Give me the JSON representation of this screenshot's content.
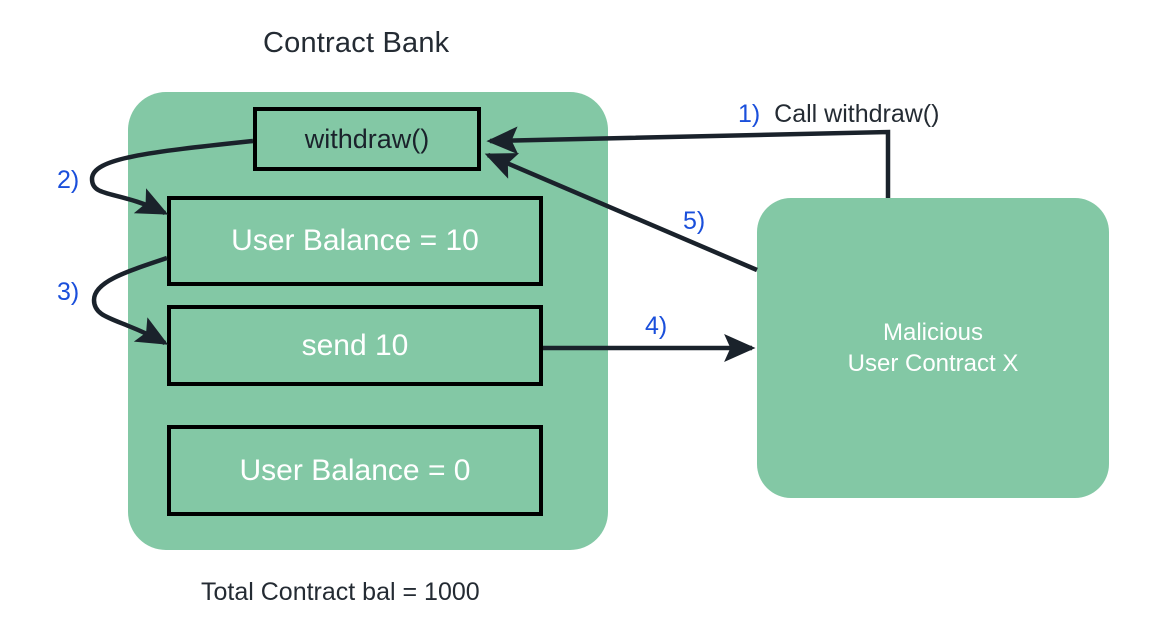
{
  "diagram": {
    "title": "Contract Bank",
    "footer_note": "Total Contract bal = 1000",
    "accent_color": "#83c8a5",
    "step_number_color": "#1a4fdb",
    "text_color": "#242b33",
    "bank": {
      "label": "Contract Bank",
      "boxes": [
        {
          "id": "withdraw",
          "label": "withdraw()"
        },
        {
          "id": "balance-10",
          "label": "User Balance = 10"
        },
        {
          "id": "send-10",
          "label": "send 10"
        },
        {
          "id": "balance-0",
          "label": "User Balance = 0"
        }
      ]
    },
    "attacker": {
      "label": "Malicious\nUser Contract X"
    },
    "steps": [
      {
        "num": "1)",
        "text": "Call withdraw()",
        "from": "attacker",
        "to": "withdraw"
      },
      {
        "num": "2)",
        "text": "",
        "from": "withdraw",
        "to": "balance-10"
      },
      {
        "num": "3)",
        "text": "",
        "from": "balance-10",
        "to": "send-10"
      },
      {
        "num": "4)",
        "text": "",
        "from": "send-10",
        "to": "attacker"
      },
      {
        "num": "5)",
        "text": "",
        "from": "attacker",
        "to": "withdraw"
      }
    ]
  }
}
